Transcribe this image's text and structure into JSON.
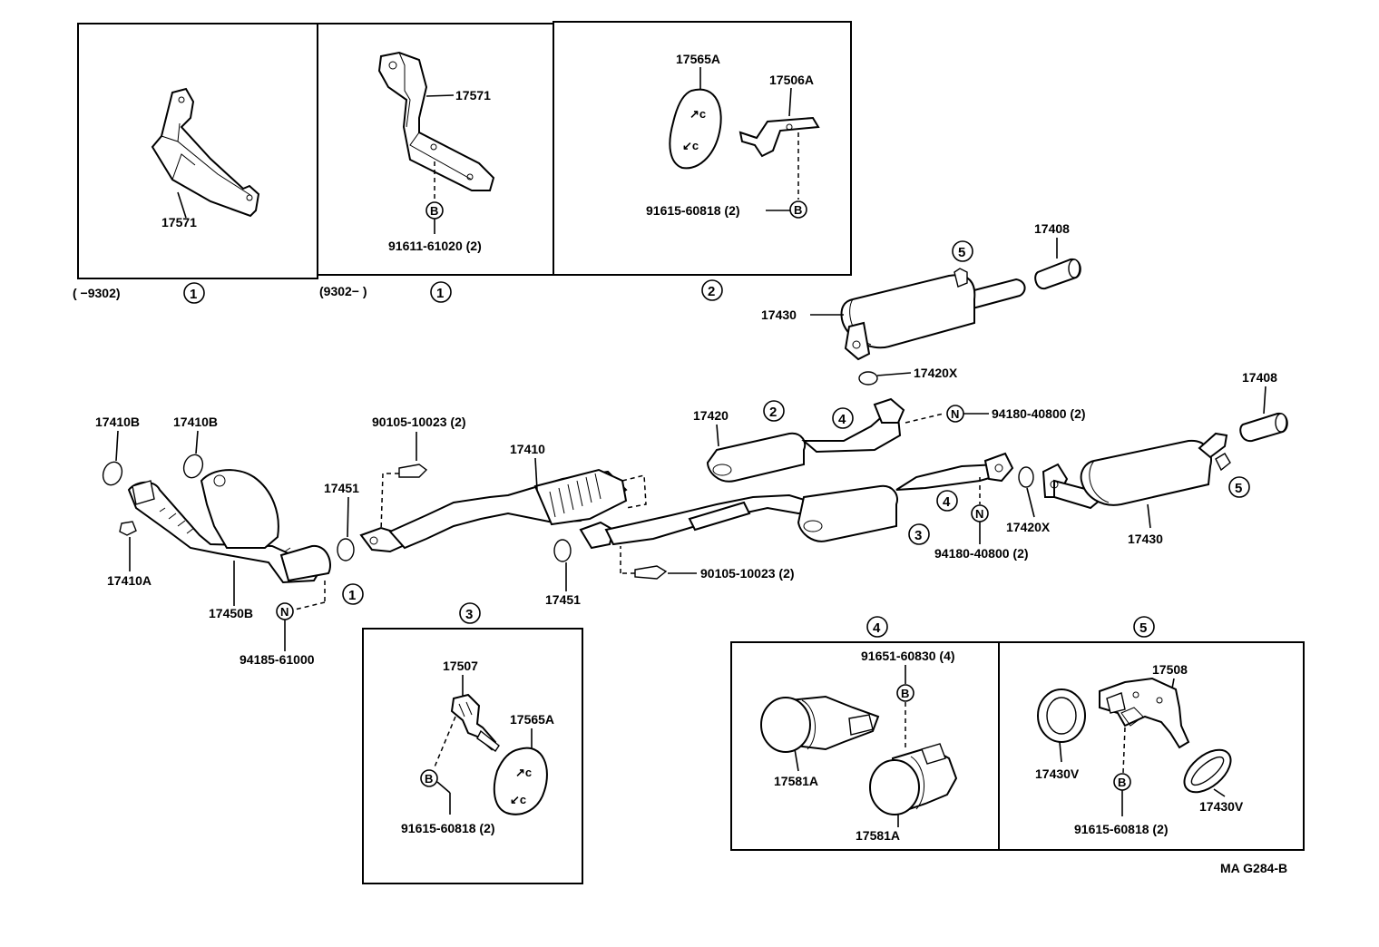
{
  "diagram": {
    "top_panels": {
      "panel1_label": "17571",
      "panel2_label": "17571",
      "panel2_bolt": "91611-61020 (2)",
      "panel3_cushion": "17565A",
      "panel3_bracket": "17506A",
      "panel3_bolt": "91615-60818 (2)",
      "caption1_range": "(      −9302)",
      "caption1_num": "1",
      "caption2_range": "(9302−         )",
      "caption2_num": "1",
      "caption3_num": "2"
    },
    "letters": {
      "bolt": "B",
      "nut": "N"
    },
    "main": {
      "gasket_17410B_a": "17410B",
      "gasket_17410B_b": "17410B",
      "nut_17410A": "17410A",
      "manifold_converter": "17450B",
      "nut_main": "94185-61000",
      "callout_1": "1",
      "gasket_17451_a": "17451",
      "bolt_90105_a": "90105-10023 (2)",
      "converter_pipe": "17410",
      "gasket_17451_b": "17451",
      "bolt_90105_b": "90105-10023 (2)",
      "center_pipe": "17420",
      "callout_2": "2",
      "callout_4a": "4",
      "nut_94180_a": "94180-40800 (2)",
      "callout_4b": "4",
      "callout_3": "3",
      "nut_94180_b": "94180-40800 (2)",
      "gasket_17420X_b": "17420X",
      "muffler_b": "17430",
      "callout_5b": "5",
      "tail_17408_b": "17408",
      "tail_17408_a": "17408",
      "callout_5a": "5",
      "muffler_a": "17430",
      "gasket_17420X_a": "17420X"
    },
    "detail3": {
      "num": "3",
      "bracket": "17507",
      "cushion": "17565A",
      "bolt": "91615-60818 (2)"
    },
    "detail4": {
      "num": "4",
      "bolt": "91651-60830 (4)",
      "tip_a": "17581A",
      "tip_b": "17581A"
    },
    "detail5": {
      "num": "5",
      "bracket": "17508",
      "gasket_a": "17430V",
      "gasket_b": "17430V",
      "bolt": "91615-60818 (2)"
    },
    "code": "MA G284-B"
  }
}
